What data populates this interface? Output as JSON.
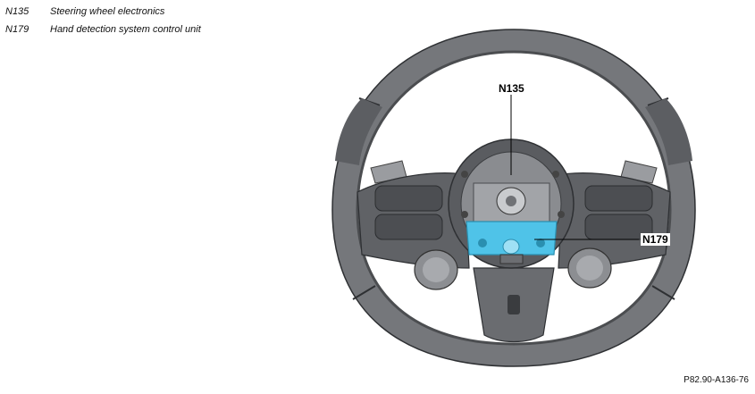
{
  "legend": [
    {
      "code": "N135",
      "description": "Steering wheel electronics"
    },
    {
      "code": "N179",
      "description": "Hand detection system control unit"
    }
  ],
  "callouts": {
    "n135": "N135",
    "n179": "N179"
  },
  "reference": "P82.90-A136-76",
  "colors": {
    "rim": "#6f7175",
    "rim_dark": "#3f4144",
    "highlight": "#4fc3e8",
    "background": "#ffffff"
  }
}
